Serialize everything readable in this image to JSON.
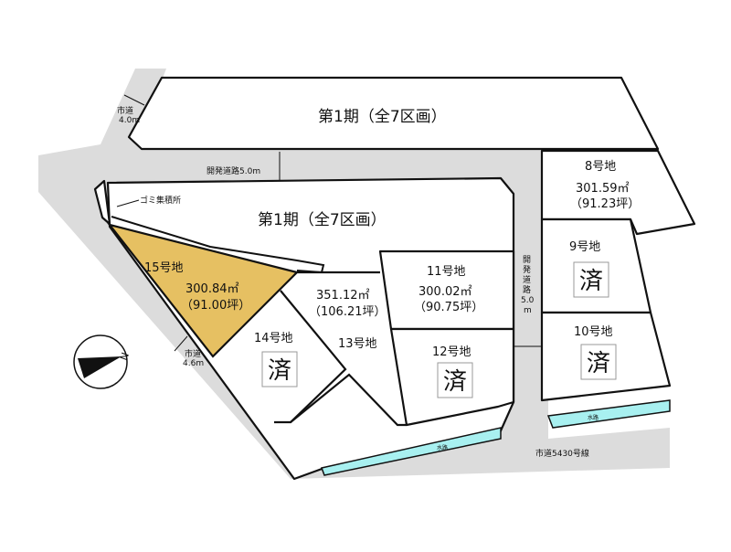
{
  "map": {
    "phase_label": "第1期（全7区画）",
    "phase_label_lower": "第1期（全7区画）",
    "roads": {
      "city_road_top": "市道",
      "city_road_top_width": "4.0m",
      "dev_road_horizontal": "開発道路5.0m",
      "dev_road_vertical": [
        "開",
        "発",
        "道",
        "路",
        "5.0",
        "m"
      ],
      "city_road_left": "市道",
      "city_road_left_width": "4.6m",
      "city_road_bottom": "市道5430号線"
    },
    "waterway_label": "水路",
    "garbage_label": "ゴミ集積所",
    "sold_mark": "済",
    "lots": [
      {
        "id": "8",
        "name": "8号地",
        "area": "301.59㎡",
        "tsubo": "（91.23坪）",
        "sold": false
      },
      {
        "id": "9",
        "name": "9号地",
        "sold": true
      },
      {
        "id": "10",
        "name": "10号地",
        "sold": true
      },
      {
        "id": "11",
        "name": "11号地",
        "area": "300.02㎡",
        "tsubo": "（90.75坪）",
        "sold": false
      },
      {
        "id": "12",
        "name": "12号地",
        "sold": true
      },
      {
        "id": "13",
        "name": "13号地",
        "area": "351.12㎡",
        "tsubo": "（106.21坪）",
        "sold": false
      },
      {
        "id": "14",
        "name": "14号地",
        "sold": true
      },
      {
        "id": "15",
        "name": "15号地",
        "area": "300.84㎡",
        "tsubo": "（91.00坪）",
        "sold": false,
        "highlighted": true
      }
    ],
    "compass_label": "N",
    "colors": {
      "highlight": "#e6c062",
      "road": "#dcdcdc",
      "water": "#a8f0f0"
    }
  }
}
